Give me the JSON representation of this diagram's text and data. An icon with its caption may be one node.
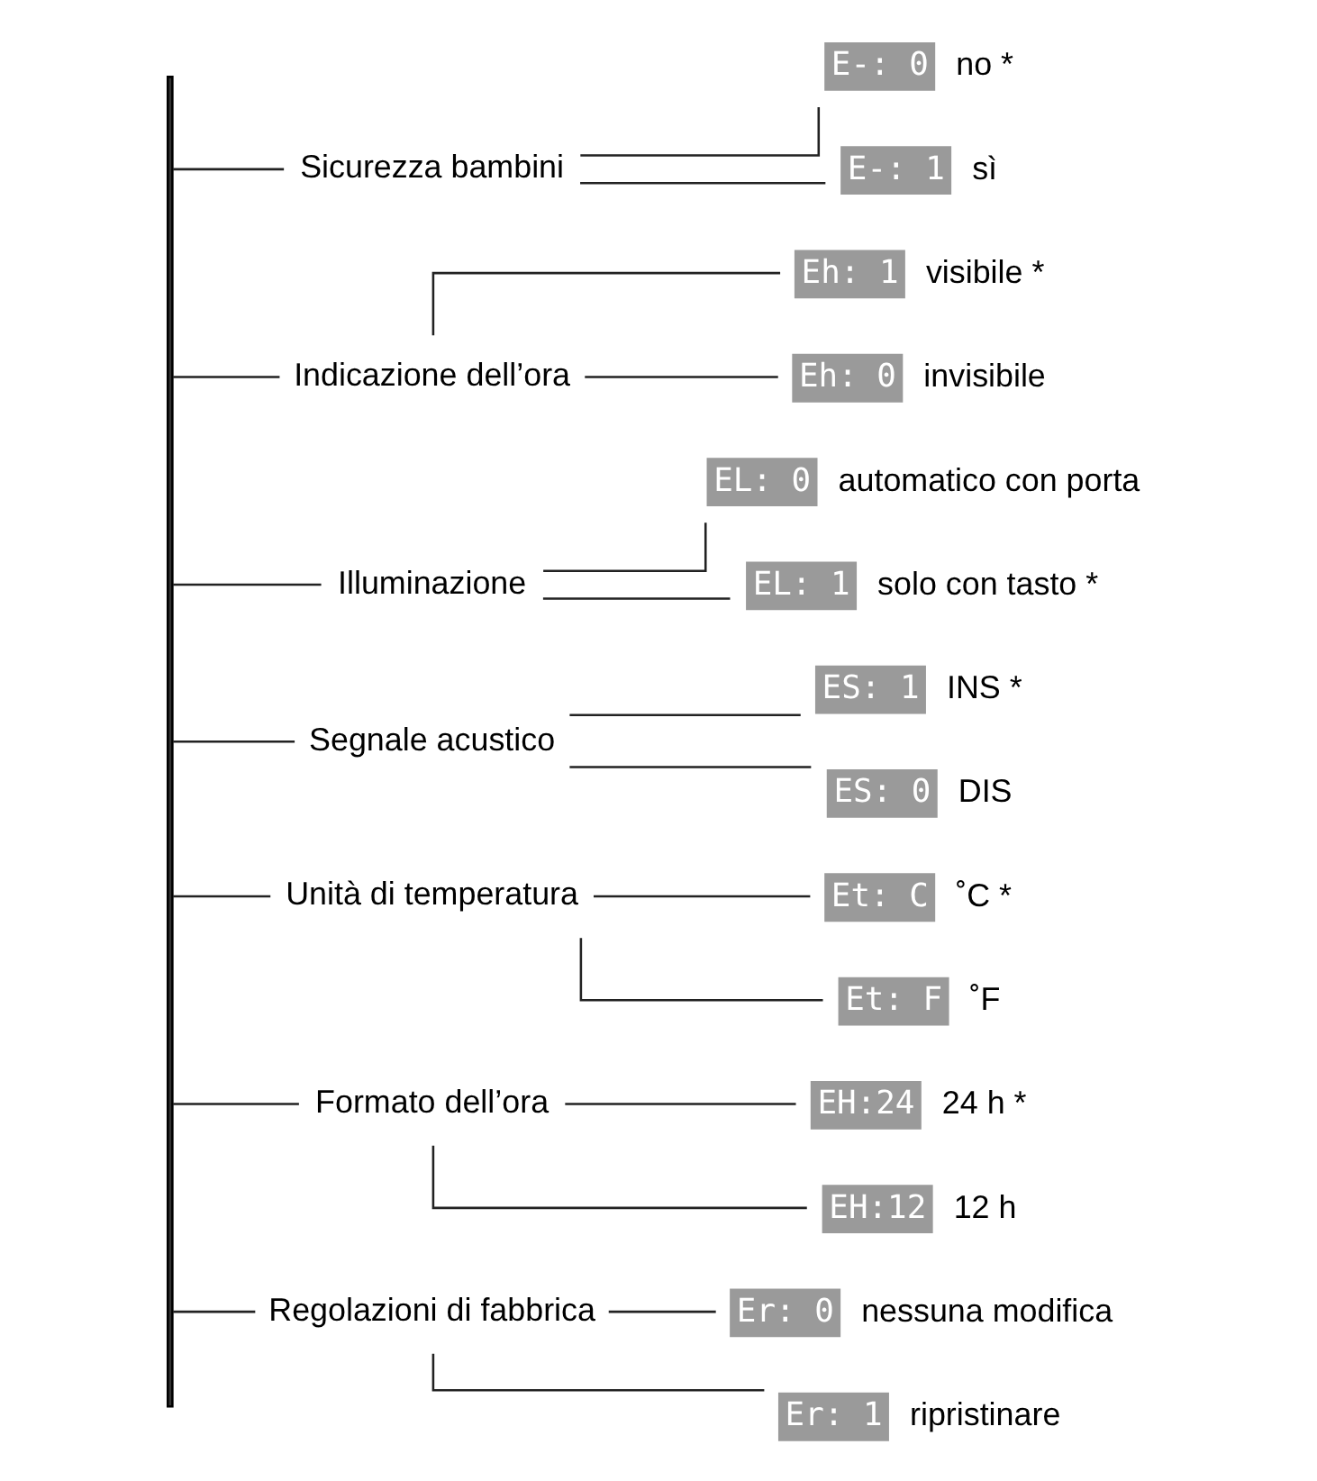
{
  "diagram": {
    "nodes": [
      {
        "text": [],
        "shape": "bar"
      },
      {
        "text": [
          "Sicurezza bambini"
        ]
      },
      {
        "text": [
          "E-: 0"
        ],
        "beside": [
          "no *"
        ]
      },
      {
        "text": [
          "E-: 1"
        ],
        "beside": [
          "sì"
        ]
      },
      {
        "text": [
          "Indicazione dell’ora"
        ]
      },
      {
        "text": [
          "Eh: 1"
        ],
        "beside": [
          "visibile *"
        ]
      },
      {
        "text": [
          "Eh: 0"
        ],
        "beside": [
          "invisibile"
        ]
      },
      {
        "text": [
          "Illuminazione"
        ]
      },
      {
        "text": [
          "EL: 0"
        ],
        "beside": [
          "automatico con porta"
        ]
      },
      {
        "text": [
          "EL: 1"
        ],
        "beside": [
          "solo con tasto *"
        ]
      },
      {
        "text": [
          "Segnale acustico"
        ]
      },
      {
        "text": [
          "ES: 1"
        ],
        "beside": [
          "INS *"
        ]
      },
      {
        "text": [
          "ES: 0"
        ],
        "beside": [
          "DIS"
        ]
      },
      {
        "text": [
          "Unità di temperatura"
        ]
      },
      {
        "text": [
          "Et: C"
        ],
        "beside": [
          "˚C *"
        ]
      },
      {
        "text": [
          "Et: F"
        ],
        "beside": [
          "˚F"
        ]
      },
      {
        "text": [
          "Formato dell’ora"
        ]
      },
      {
        "text": [
          "EH:24"
        ],
        "beside": [
          "24 h *"
        ]
      },
      {
        "text": [
          "EH:12"
        ],
        "beside": [
          "12 h"
        ]
      },
      {
        "text": [
          "Regolazioni di fabbrica"
        ]
      },
      {
        "text": [
          "Er: 0"
        ],
        "beside": [
          "nessuna modifica"
        ]
      },
      {
        "text": [
          "Er: 1"
        ],
        "beside": [
          "ripristinare"
        ]
      }
    ],
    "edges": [
      {
        "from": 0,
        "to": 1,
        "arrow": "none"
      },
      {
        "from": 1,
        "to": 2,
        "arrow": "none"
      },
      {
        "from": 1,
        "to": 3,
        "arrow": "none"
      },
      {
        "from": 0,
        "to": 4,
        "arrow": "none"
      },
      {
        "from": 4,
        "to": 5,
        "arrow": "none"
      },
      {
        "from": 4,
        "to": 6,
        "arrow": "none"
      },
      {
        "from": 0,
        "to": 7,
        "arrow": "none"
      },
      {
        "from": 7,
        "to": 8,
        "arrow": "none"
      },
      {
        "from": 7,
        "to": 9,
        "arrow": "none"
      },
      {
        "from": 0,
        "to": 10,
        "arrow": "none"
      },
      {
        "from": 10,
        "to": 11,
        "arrow": "none"
      },
      {
        "from": 10,
        "to": 12,
        "arrow": "none"
      },
      {
        "from": 0,
        "to": 13,
        "arrow": "none"
      },
      {
        "from": 13,
        "to": 14,
        "arrow": "none"
      },
      {
        "from": 13,
        "to": 15,
        "arrow": "none"
      },
      {
        "from": 0,
        "to": 16,
        "arrow": "none"
      },
      {
        "from": 16,
        "to": 17,
        "arrow": "none"
      },
      {
        "from": 16,
        "to": 18,
        "arrow": "none"
      },
      {
        "from": 0,
        "to": 19,
        "arrow": "none"
      },
      {
        "from": 19,
        "to": 20,
        "arrow": "none"
      },
      {
        "from": 19,
        "to": 21,
        "arrow": "none"
      }
    ]
  }
}
